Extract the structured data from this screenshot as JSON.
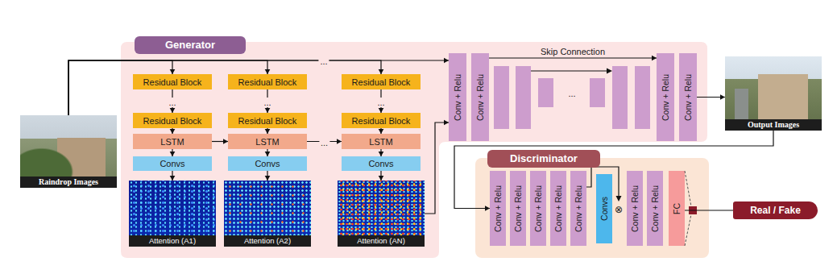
{
  "diagram": {
    "nodes": [
      {
        "text": [
          "Raindrop Images"
        ]
      },
      {
        "text": [
          "Generator"
        ]
      },
      {
        "text": [
          "Residual Block"
        ],
        "in": 1
      },
      {
        "text": [
          "Residual Block"
        ],
        "in": 1
      },
      {
        "text": [
          "LSTM"
        ],
        "in": 1
      },
      {
        "text": [
          "Convs"
        ],
        "in": 1
      },
      {
        "text": [
          "Attention (A1)"
        ],
        "in": 1
      },
      {
        "text": [
          "Residual Block"
        ],
        "in": 1
      },
      {
        "text": [
          "Residual Block"
        ],
        "in": 1
      },
      {
        "text": [
          "LSTM"
        ],
        "in": 1
      },
      {
        "text": [
          "Convs"
        ],
        "in": 1
      },
      {
        "text": [
          "Attention (A2)"
        ],
        "in": 1
      },
      {
        "text": [
          "Residual Block"
        ],
        "in": 1
      },
      {
        "text": [
          "Residual Block"
        ],
        "in": 1
      },
      {
        "text": [
          "LSTM"
        ],
        "in": 1
      },
      {
        "text": [
          "Convs"
        ],
        "in": 1
      },
      {
        "text": [
          "Attention (AN)"
        ],
        "in": 1
      },
      {
        "text": [
          "Conv + Relu"
        ],
        "in": 1
      },
      {
        "text": [
          "Conv + Relu"
        ],
        "in": 1
      },
      {
        "text": [
          "Conv + Relu"
        ],
        "in": 1
      },
      {
        "text": [
          "Conv + Relu"
        ],
        "in": 1
      },
      {
        "text": [
          "Output Images"
        ]
      },
      {
        "text": [
          "Discriminator"
        ]
      },
      {
        "text": [
          "Conv + Relu"
        ],
        "in": 22
      },
      {
        "text": [
          "Conv + Relu"
        ],
        "in": 22
      },
      {
        "text": [
          "Conv + Relu"
        ],
        "in": 22
      },
      {
        "text": [
          "Conv + Relu"
        ],
        "in": 22
      },
      {
        "text": [
          "Conv + Relu"
        ],
        "in": 22
      },
      {
        "text": [
          "Convs"
        ],
        "in": 22
      },
      {
        "text": [
          "Conv + Relu"
        ],
        "in": 22
      },
      {
        "text": [
          "Conv + Relu"
        ],
        "in": 22
      },
      {
        "text": [
          "FC"
        ],
        "in": 22
      },
      {
        "text": [
          "Real / Fake"
        ]
      }
    ],
    "edges": [
      {
        "from": 0,
        "to": 2,
        "arrow": "to"
      },
      {
        "from": 0,
        "to": 7,
        "arrow": "to"
      },
      {
        "from": 0,
        "to": 12,
        "arrow": "to"
      },
      {
        "from": 0,
        "to": 17,
        "arrow": "to"
      },
      {
        "from": 2,
        "to": 3,
        "arrow": "to",
        "label": "..."
      },
      {
        "from": 3,
        "to": 4,
        "arrow": "to"
      },
      {
        "from": 4,
        "to": 5,
        "arrow": "to"
      },
      {
        "from": 5,
        "to": 6,
        "arrow": "to"
      },
      {
        "from": 7,
        "to": 8,
        "arrow": "to",
        "label": "..."
      },
      {
        "from": 8,
        "to": 9,
        "arrow": "to"
      },
      {
        "from": 9,
        "to": 10,
        "arrow": "to"
      },
      {
        "from": 10,
        "to": 11,
        "arrow": "to"
      },
      {
        "from": 12,
        "to": 13,
        "arrow": "to",
        "label": "..."
      },
      {
        "from": 13,
        "to": 14,
        "arrow": "to"
      },
      {
        "from": 14,
        "to": 15,
        "arrow": "to"
      },
      {
        "from": 15,
        "to": 16,
        "arrow": "to"
      },
      {
        "from": 4,
        "to": 9,
        "arrow": "to"
      },
      {
        "from": 9,
        "to": 14,
        "arrow": "to",
        "label": "..."
      },
      {
        "from": 16,
        "to": 17,
        "arrow": "to"
      },
      {
        "from": 18,
        "to": 19,
        "arrow": "to",
        "label": "Skip Connection"
      },
      {
        "from": 20,
        "to": 21,
        "arrow": "to"
      },
      {
        "from": 21,
        "to": 23,
        "arrow": "to"
      },
      {
        "from": 31,
        "to": 32,
        "arrow": "none"
      }
    ],
    "labels": [
      "...",
      "...",
      "⊗"
    ]
  }
}
